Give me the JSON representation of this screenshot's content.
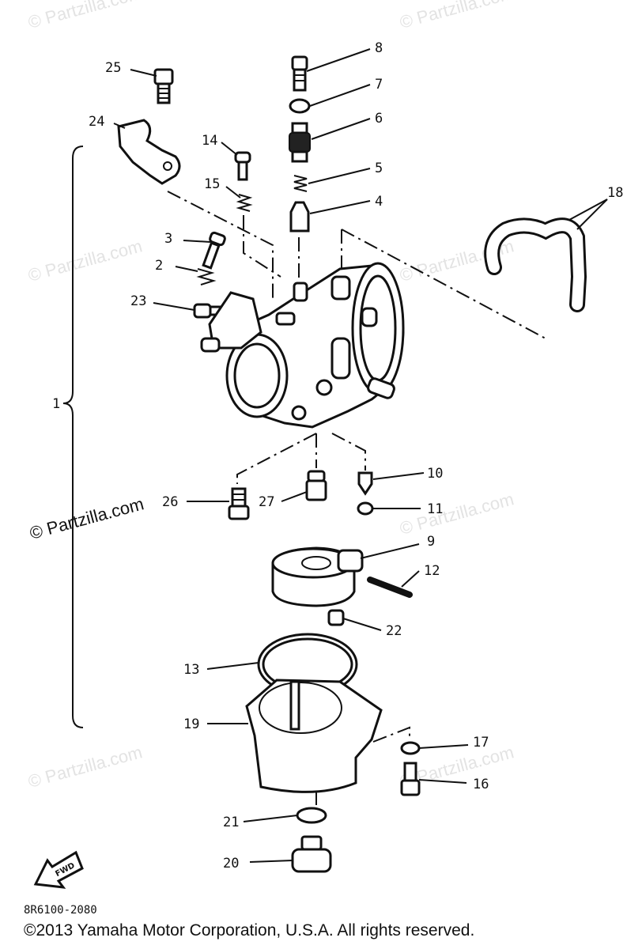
{
  "watermark": {
    "text": "© Partzilla.com"
  },
  "diagram": {
    "callouts": [
      "1",
      "2",
      "3",
      "4",
      "5",
      "6",
      "7",
      "8",
      "9",
      "10",
      "11",
      "12",
      "13",
      "14",
      "15",
      "16",
      "17",
      "18",
      "19",
      "20",
      "21",
      "22",
      "23",
      "24",
      "25",
      "26",
      "27"
    ]
  },
  "fwd_badge": {
    "text": "FWD"
  },
  "footer": {
    "code": "8R6100-2080",
    "copyright": "©2013 Yamaha Motor Corporation, U.S.A. All rights reserved."
  }
}
